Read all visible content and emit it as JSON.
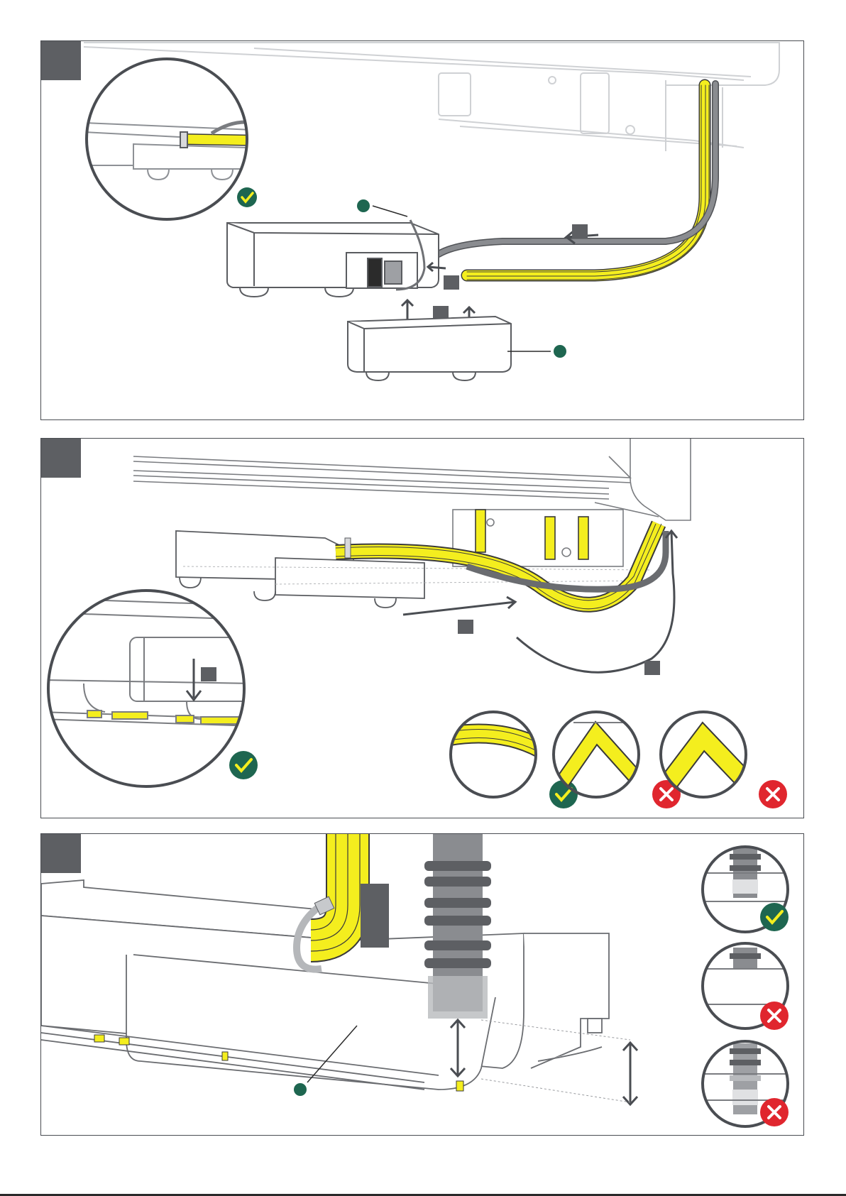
{
  "colors": {
    "frame": "#4a4d52",
    "step_tab": "#5d5f63",
    "outline": "#8e9196",
    "light_outline": "#c7c9cc",
    "cable_yellow": "#f4ee1e",
    "cable_grey": "#7a7c80",
    "callout_green": "#1e6650",
    "check_badge": "#1e6650",
    "cross_badge": "#e0262e",
    "marker_square": "#5d5f63"
  },
  "icons": {
    "correct": "check-icon",
    "wrong": "cross-icon"
  },
  "panels": [
    {
      "id": "panel-1",
      "callouts": 2,
      "markers": 3,
      "insets": [
        {
          "verdict": "correct"
        }
      ]
    },
    {
      "id": "panel-2",
      "markers": 3,
      "insets": [
        {
          "verdict": "correct"
        },
        {
          "verdict": "correct"
        },
        {
          "verdict": "wrong"
        },
        {
          "verdict": "wrong"
        }
      ]
    },
    {
      "id": "panel-3",
      "callouts": 1,
      "insets": [
        {
          "verdict": "correct"
        },
        {
          "verdict": "wrong"
        },
        {
          "verdict": "wrong"
        }
      ]
    }
  ]
}
